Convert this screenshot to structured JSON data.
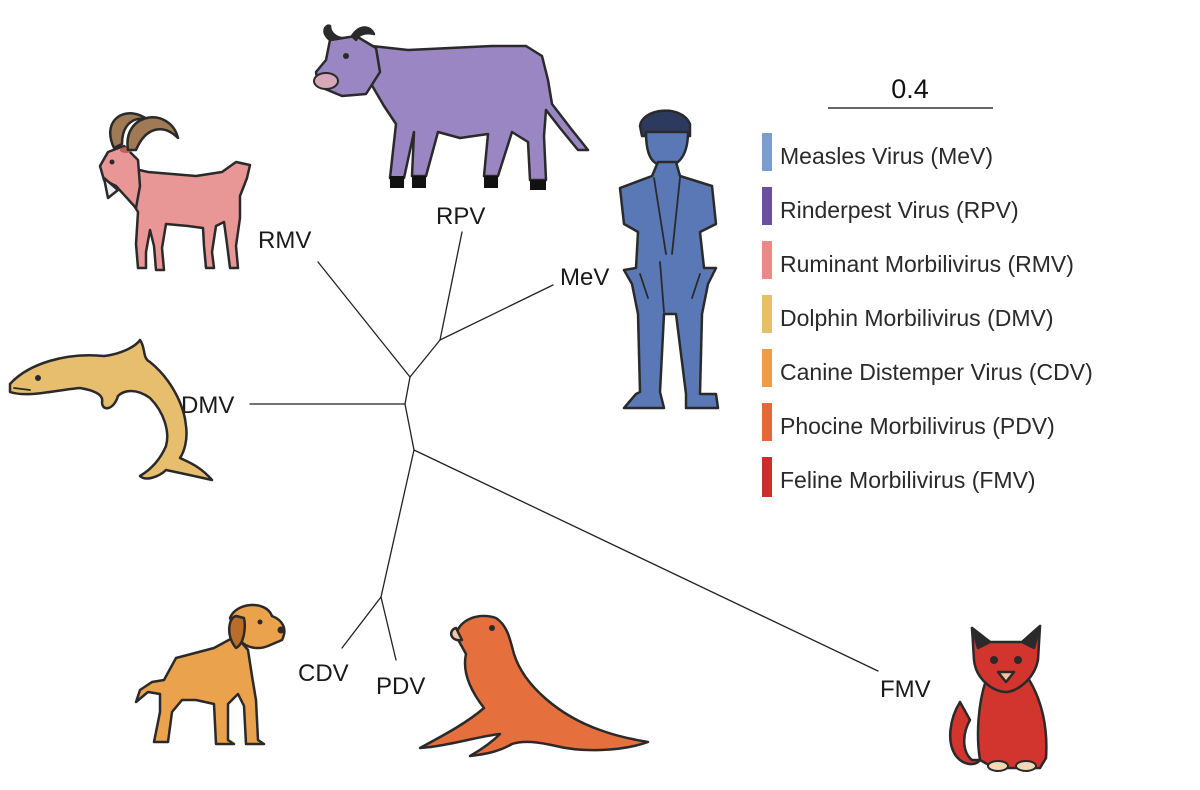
{
  "scale_bar": {
    "label": "0.4"
  },
  "legend": [
    {
      "label": "Measles Virus (MeV)",
      "color": "#7b9cd4"
    },
    {
      "label": "Rinderpest Virus (RPV)",
      "color": "#6a4fa3"
    },
    {
      "label": "Ruminant Morbilivirus (RMV)",
      "color": "#e88a88"
    },
    {
      "label": "Dolphin Morbilivirus (DMV)",
      "color": "#e6bf66"
    },
    {
      "label": "Canine Distemper Virus (CDV)",
      "color": "#ee9c48"
    },
    {
      "label": "Phocine Morbilivirus (PDV)",
      "color": "#e3683a"
    },
    {
      "label": "Feline Morbilivirus (FMV)",
      "color": "#c9302c"
    }
  ],
  "leaves": {
    "rmv": "RMV",
    "rpv": "RPV",
    "mev": "MeV",
    "dmv": "DMV",
    "cdv": "CDV",
    "pdv": "PDV",
    "fmv": "FMV"
  },
  "illustrations": {
    "goat": {
      "icon": "goat-icon",
      "color": "#e89696"
    },
    "cow": {
      "icon": "cow-icon",
      "color": "#9a86c2"
    },
    "human": {
      "icon": "human-icon",
      "color": "#5a78b6"
    },
    "dolphin": {
      "icon": "dolphin-icon",
      "color": "#e6be6e"
    },
    "dog": {
      "icon": "dog-icon",
      "color": "#eba24c"
    },
    "seal": {
      "icon": "seal-icon",
      "color": "#e5703d"
    },
    "cat": {
      "icon": "cat-icon",
      "color": "#d2352d"
    }
  }
}
